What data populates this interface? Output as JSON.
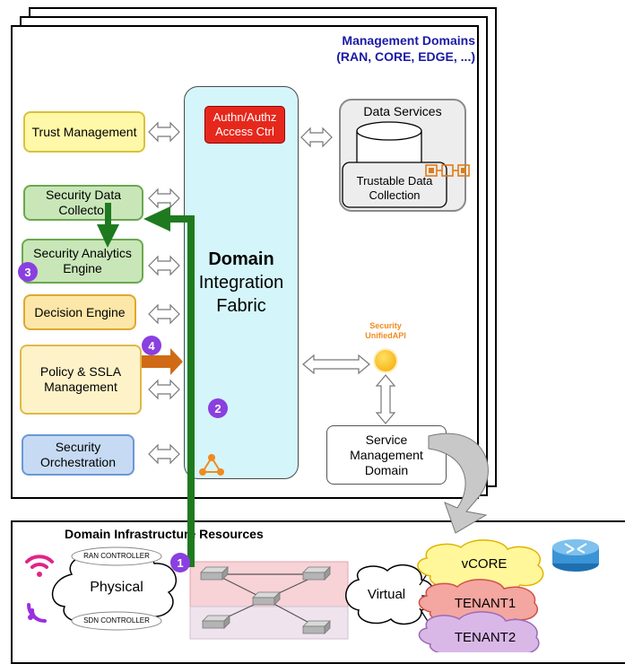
{
  "management": {
    "title_line1": "Management Domains",
    "title_line2": "(RAN, CORE, EDGE, ...)"
  },
  "left_modules": {
    "trust": "Trust Management",
    "collector": "Security Data Collector",
    "analytics": "Security Analytics Engine",
    "decision": "Decision Engine",
    "policy": "Policy & SSLA Management",
    "orchestration": "Security Orchestration"
  },
  "fabric": {
    "authn": "Authn/Authz Access Ctrl",
    "title_line1": "Domain",
    "title_line2": "Integration",
    "title_line3": "Fabric"
  },
  "data_services": {
    "title": "Data Services",
    "collection": "Trustable Data Collection"
  },
  "unified_api": {
    "line1": "Security",
    "line2": "UnifiedAPI"
  },
  "service_mgmt": "Service Management Domain",
  "badges": [
    "1",
    "2",
    "3",
    "4"
  ],
  "infrastructure": {
    "title": "Domain Infrastructure Resources",
    "ran_controller": "RAN CONTROLLER",
    "sdn_controller": "SDN CONTROLLER",
    "physical": "Physical",
    "virtual": "Virtual",
    "vcore": "vCORE",
    "tenant1": "TENANT1",
    "tenant2": "TENANT2"
  },
  "colors": {
    "trust": "#fff8a8",
    "collector": "#c8e6b8",
    "decision": "#fde7a8",
    "policy": "#fdf2c8",
    "orchestration": "#c6daf3",
    "fabric": "#d4f6fb",
    "authn": "#e6281c",
    "green_arrow": "#1f7a1f",
    "orange_arrow": "#d06a16",
    "badge": "#8a3fe0"
  }
}
